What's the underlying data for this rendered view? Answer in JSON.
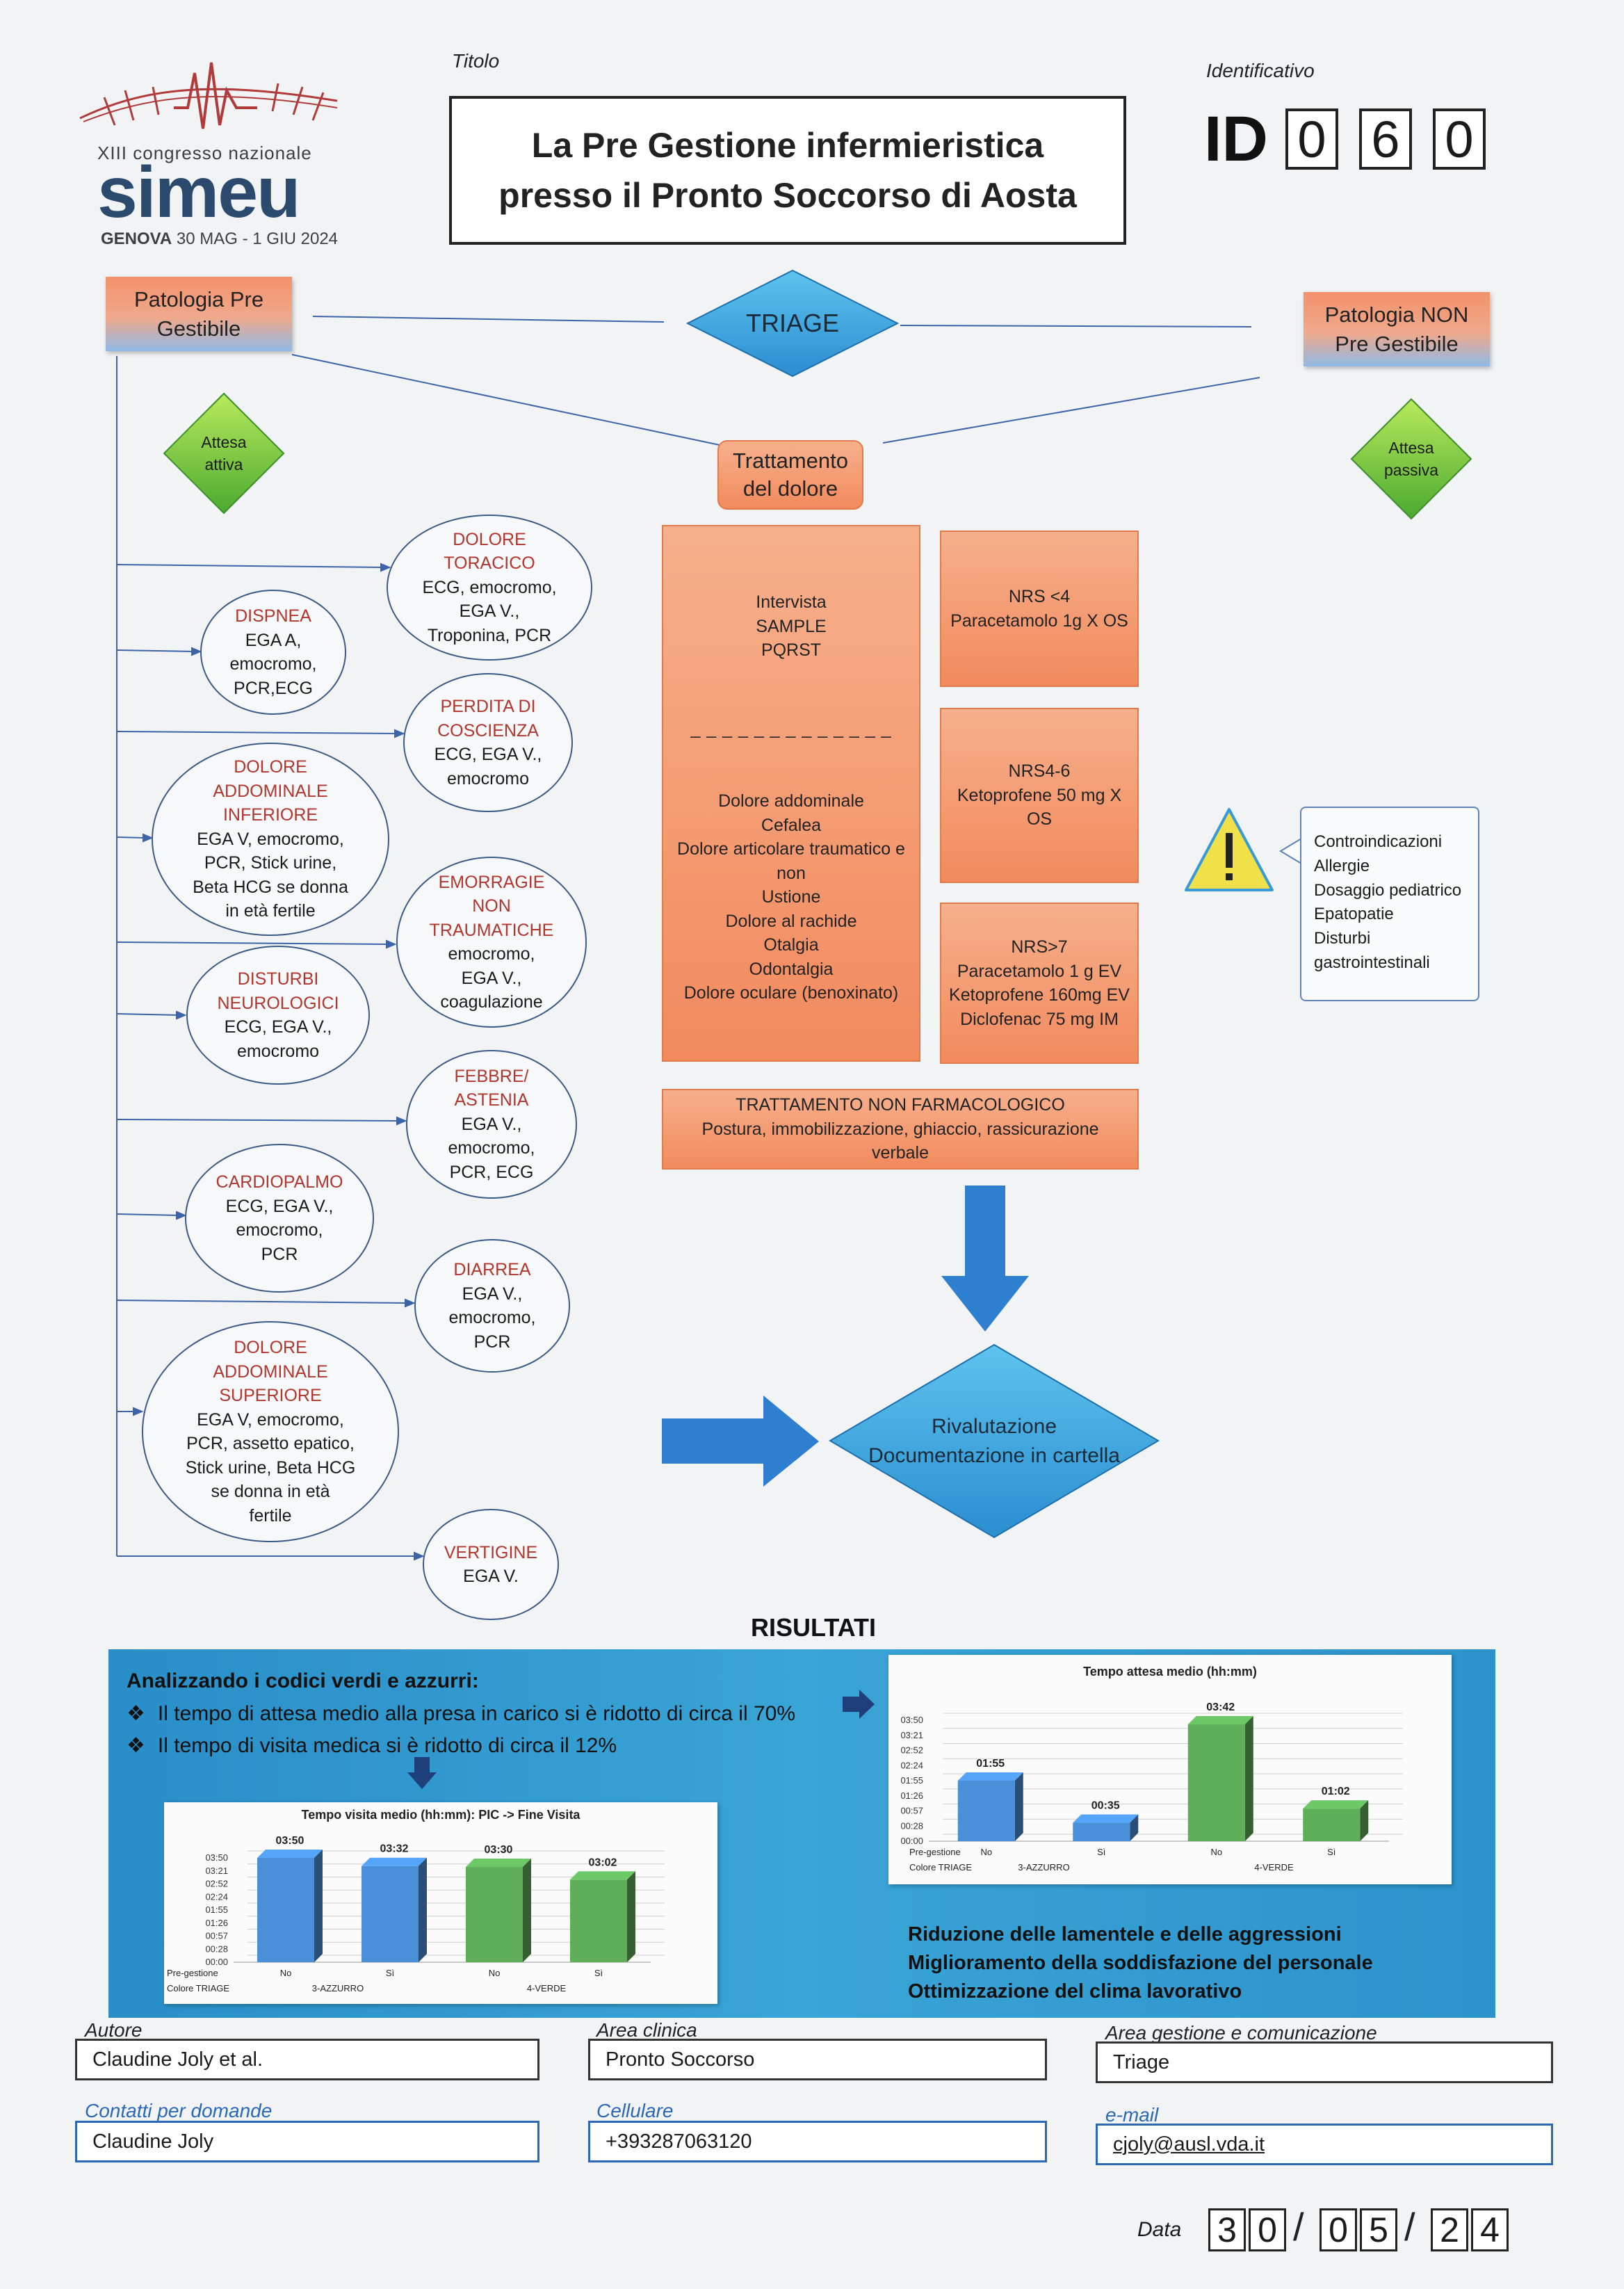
{
  "header": {
    "logo": {
      "congress": "XIII congresso nazionale",
      "name": "simeu",
      "city": "GENOVA",
      "dates": "30 MAG - 1 GIU 2024"
    },
    "title_label": "Titolo",
    "title_line1": "La Pre Gestione infermieristica",
    "title_line2": "presso il Pronto Soccorso di Aosta",
    "id_label": "Identificativo",
    "id_prefix": "ID",
    "id_digits": [
      "0",
      "6",
      "0"
    ]
  },
  "flow": {
    "left_box": {
      "line1": "Patologia Pre",
      "line2": "Gestibile"
    },
    "triage": "TRIAGE",
    "right_box": {
      "line1": "Patologia NON",
      "line2": "Pre Gestibile"
    },
    "attesa_attiva": {
      "line1": "Attesa",
      "line2": "attiva"
    },
    "attesa_passiva": {
      "line1": "Attesa",
      "line2": "passiva"
    },
    "trattamento": {
      "line1": "Trattamento",
      "line2": "del dolore"
    },
    "intervista": {
      "line1": "Intervista",
      "line2": "SAMPLE",
      "line3": "PQRST",
      "separator": "_ _ _ _ _ _ _ _ _ _ _ _ _"
    },
    "dolori": [
      "Dolore addominale",
      "Cefalea",
      "Dolore articolare traumatico e",
      "non",
      "Ustione",
      "Dolore al rachide",
      "Otalgia",
      "Odontalgia",
      "Dolore oculare (benoxinato)"
    ],
    "nrs1": {
      "line1": "NRS <4",
      "line2": "Paracetamolo 1g X OS"
    },
    "nrs2": {
      "line1": "NRS4-6",
      "line2": "Ketoprofene 50 mg X",
      "line3": "OS"
    },
    "nrs3": {
      "line1": "NRS>7",
      "line2": "Paracetamolo 1 g EV",
      "line3": "Ketoprofene 160mg EV",
      "line4": "Diclofenac 75 mg IM"
    },
    "non_farm": {
      "line1": "TRATTAMENTO NON FARMACOLOGICO",
      "line2": "Postura, immobilizzazione, ghiaccio, rassicurazione",
      "line3": "verbale"
    },
    "warning": [
      "Controindicazioni",
      "Allergie",
      "Dosaggio pediatrico",
      "Epatopatie",
      "Disturbi",
      "gastrointestinali"
    ],
    "rivalutazione": {
      "line1": "Rivalutazione",
      "line2": "Documentazione in cartella"
    }
  },
  "circles": {
    "toracico": {
      "t1": "DOLORE",
      "t2": "TORACICO",
      "d1": "ECG, emocromo,",
      "d2": "EGA V.,",
      "d3": "Troponina, PCR"
    },
    "dispnea": {
      "t1": "DISPNEA",
      "d1": "EGA A,",
      "d2": "emocromo,",
      "d3": "PCR,ECG"
    },
    "coscienza": {
      "t1": "PERDITA DI",
      "t2": "COSCIENZA",
      "d1": "ECG, EGA V.,",
      "d2": "emocromo"
    },
    "addominale_inf": {
      "t1": "DOLORE",
      "t2": "ADDOMINALE",
      "t3": "INFERIORE",
      "d1": "EGA V, emocromo,",
      "d2": "PCR,  Stick urine,",
      "d3": "Beta HCG se donna",
      "d4": "in età fertile"
    },
    "emorragie": {
      "t1": "EMORRAGIE",
      "t2": "NON",
      "t3": "TRAUMATICHE",
      "d1": "emocromo,",
      "d2": "EGA V.,",
      "d3": "coagulazione"
    },
    "neuro": {
      "t1": "DISTURBI",
      "t2": "NEUROLOGICI",
      "d1": "ECG, EGA V.,",
      "d2": "emocromo"
    },
    "febbre": {
      "t1": "FEBBRE/",
      "t2": "ASTENIA",
      "d1": "EGA V.,",
      "d2": "emocromo,",
      "d3": "PCR, ECG"
    },
    "cardiopalmo": {
      "t1": "CARDIOPALMO",
      "d1": "ECG, EGA V.,",
      "d2": "emocromo,",
      "d3": "PCR"
    },
    "diarrea": {
      "t1": "DIARREA",
      "d1": "EGA V.,",
      "d2": "emocromo,",
      "d3": "PCR"
    },
    "addominale_sup": {
      "t1": "DOLORE",
      "t2": "ADDOMINALE",
      "t3": "SUPERIORE",
      "d1": "EGA V, emocromo,",
      "d2": "PCR, assetto epatico,",
      "d3": "Stick urine, Beta HCG",
      "d4": "se donna in età",
      "d5": "fertile"
    },
    "vertigine": {
      "t1": "VERTIGINE",
      "d1": "EGA V."
    }
  },
  "results": {
    "title": "RISULTATI",
    "intro": "Analizzando i codici verdi e azzurri:",
    "bullet1": "Il tempo di attesa medio alla presa in carico si è ridotto di circa il 70%",
    "bullet2": "Il tempo di visita medica si è ridotto di circa il 12%",
    "out1": "Riduzione delle lamentele e delle aggressioni",
    "out2": "Miglioramento della soddisfazione del personale",
    "out3": "Ottimizzazione del clima lavorativo"
  },
  "chart_data": [
    {
      "type": "bar",
      "title": "Tempo attesa medio (hh:mm)",
      "categories": [
        "No",
        "Sì",
        "No",
        "Sì"
      ],
      "groups": [
        "3-AZZURRO",
        "3-AZZURRO",
        "4-VERDE",
        "4-VERDE"
      ],
      "row_labels": [
        "Pre-gestione",
        "Colore TRIAGE"
      ],
      "values_min": [
        115,
        35,
        222,
        62
      ],
      "value_labels": [
        "01:55",
        "00:35",
        "03:42",
        "01:02"
      ],
      "colors": [
        "#4a90d9",
        "#4a90d9",
        "#5fae5a",
        "#5fae5a"
      ],
      "y_ticks": [
        "03:50",
        "03:21",
        "02:52",
        "02:24",
        "01:55",
        "01:26",
        "00:57",
        "00:28",
        "00:00"
      ],
      "ylim_min": [
        0,
        230
      ]
    },
    {
      "type": "bar",
      "title": "Tempo visita medio (hh:mm): PIC -> Fine Visita",
      "categories": [
        "No",
        "Sì",
        "No",
        "Sì"
      ],
      "groups": [
        "3-AZZURRO",
        "3-AZZURRO",
        "4-VERDE",
        "4-VERDE"
      ],
      "row_labels": [
        "Pre-gestione",
        "Colore TRIAGE"
      ],
      "values_min": [
        230,
        212,
        210,
        182
      ],
      "value_labels": [
        "03:50",
        "03:32",
        "03:30",
        "03:02"
      ],
      "colors": [
        "#4a90d9",
        "#4a90d9",
        "#5fae5a",
        "#5fae5a"
      ],
      "y_ticks": [
        "03:50",
        "03:21",
        "02:52",
        "02:24",
        "01:55",
        "01:26",
        "00:57",
        "00:28",
        "00:00"
      ],
      "ylim_min": [
        0,
        230
      ]
    }
  ],
  "footer": {
    "autore_label": "Autore",
    "autore": "Claudine Joly et al.",
    "area_label": "Area clinica",
    "area": "Pronto Soccorso",
    "gestione_label": "Area gestione e comunicazione",
    "gestione": "Triage",
    "contatti_label": "Contatti per domande",
    "contatti": "Claudine Joly",
    "cell_label": "Cellulare",
    "cell": "+393287063120",
    "email_label": "e-mail",
    "email": "cjoly@ausl.vda.it",
    "data_label": "Data",
    "date_digits": [
      "3",
      "0",
      "0",
      "5",
      "2",
      "4"
    ],
    "date_sep": "/"
  },
  "colors": {
    "accent_blue": "#2f8fd0",
    "orange": "#f28a5e",
    "green": "#6cc04a",
    "title_red": "#b2362d"
  }
}
